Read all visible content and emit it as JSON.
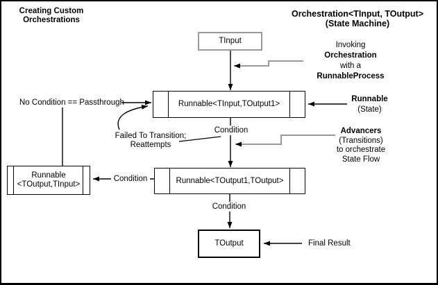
{
  "diagram": {
    "top_left_title": {
      "line1": "Creating Custom",
      "line2": "Orchestrations"
    },
    "top_right_title": {
      "line1": "Orchestration<TInput, TOutput>",
      "line2": "(State Machine)"
    },
    "nodes": {
      "tinput": {
        "label": "TInput"
      },
      "runnable_state": {
        "label": "Runnable<TInput,TOutput1>"
      },
      "runnable_transition": {
        "label": "Runnable<TOutput1,TOutput>"
      },
      "runnable_passthrough": {
        "line1": "Runnable",
        "line2": "<TOutput,TInput>"
      },
      "toutput": {
        "label": "TOutput"
      }
    },
    "edge_labels": {
      "condition_state": "Condition",
      "condition_passthrough": "Condition",
      "condition_output": "Condition"
    },
    "annotations": {
      "invoking": {
        "line1": "Invoking",
        "line2": "Orchestration",
        "line3": "with a",
        "line4": "RunnableProcess"
      },
      "runnable_state_note": {
        "line1": "Runnable",
        "line2": "(State)"
      },
      "advancers_note": {
        "line1": "Advancers",
        "line2": "(Transitions)",
        "line3": "to orchestrate",
        "line4": "State Flow"
      },
      "no_condition_note": "No Condition == Passthrough",
      "failed_note": {
        "line1": "Failed To Transition;",
        "line2": "Reattempts"
      },
      "final_result_note": "Final Result"
    },
    "colors": {
      "line_black": "#000000",
      "connector_gray": "#999999",
      "tinput_border": "#999999",
      "background": "#ffffff",
      "frame_border": "#000000"
    }
  }
}
